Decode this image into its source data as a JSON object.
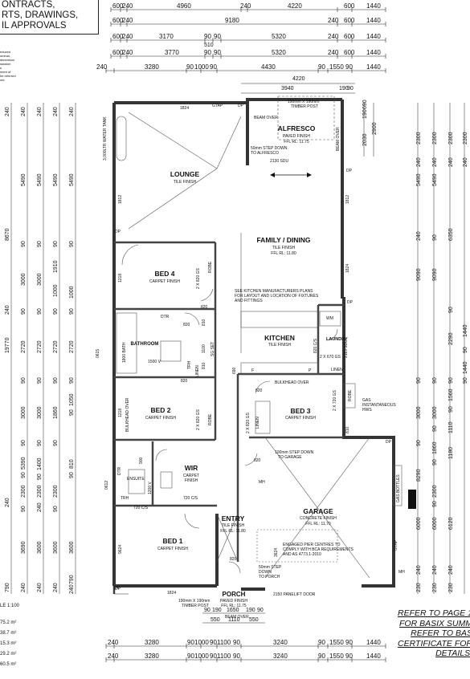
{
  "title_block": {
    "lines": [
      "ONTRACTS,",
      "RTS, DRAWINGS,",
      "IL APPROVALS"
    ],
    "side_note": [
      "educed",
      "ominal,",
      "dimension",
      "ssssion",
      "s",
      "ment of",
      "he referred",
      "ork."
    ]
  },
  "top_dims": {
    "row1": [
      "600",
      "240",
      "4960",
      "240",
      "4220",
      "600",
      "1440"
    ],
    "row2": [
      "600",
      "240",
      "9180",
      "240",
      "600",
      "1440"
    ],
    "row3": [
      "600",
      "240",
      "3170",
      "90",
      "90",
      "5320",
      "240",
      "600",
      "1440"
    ],
    "row3_extra": "510",
    "row4": [
      "600",
      "240",
      "3770",
      "90",
      "90",
      "5320",
      "240",
      "600",
      "1440"
    ],
    "row5": [
      "240",
      "3280",
      "90",
      "1000",
      "90",
      "4430",
      "90",
      "1550",
      "90",
      "1440"
    ],
    "alfresco": [
      "4220",
      "3940",
      "190",
      "90"
    ]
  },
  "left_dims": {
    "col1": [
      "240",
      "8670",
      "240",
      "19770",
      "240",
      "790"
    ],
    "col2": [
      "240",
      "5490",
      "90",
      "3000",
      "90",
      "2720",
      "90",
      "3000",
      "90",
      "5390",
      "90",
      "2300",
      "90",
      "3690",
      "240"
    ],
    "col3": [
      "240",
      "5490",
      "90",
      "3000",
      "90",
      "2720",
      "90",
      "3000",
      "90",
      "1400",
      "90",
      "2300",
      "240",
      "3600",
      "240"
    ],
    "col4": [
      "240",
      "5490",
      "90",
      "1910",
      "1000",
      "90",
      "2720",
      "90",
      "1860",
      "90",
      "2300",
      "90",
      "3600",
      "240"
    ],
    "col5": [
      "240",
      "5490",
      "90",
      "1000",
      "90",
      "2720",
      "90",
      "1050",
      "90",
      "810",
      "90",
      "3600",
      "790",
      "240"
    ]
  },
  "right_dims": {
    "col1": [
      "2300",
      "240",
      "5490",
      "240",
      "9090",
      "90",
      "3000",
      "90",
      "8290",
      "6000",
      "240",
      "230"
    ],
    "col2": [
      "2300",
      "240",
      "5490",
      "90",
      "9090",
      "90",
      "3000",
      "90",
      "1860",
      "90",
      "2300",
      "90",
      "6000",
      "240",
      "230"
    ],
    "col3": [
      "2300",
      "240",
      "6350",
      "90",
      "2290",
      "90",
      "1560",
      "90",
      "1110",
      "1180",
      "6120",
      "240",
      "230"
    ],
    "col4": [
      "2300",
      "240",
      "1440",
      "90",
      "1440",
      "90"
    ],
    "small": [
      "2030",
      "190",
      "690",
      "2900"
    ]
  },
  "bottom_dims": {
    "porch_a": [
      "90",
      "190",
      "1650",
      "190",
      "90"
    ],
    "porch_b": [
      "550",
      "1110",
      "550"
    ],
    "row1": [
      "240",
      "3280",
      "90",
      "1000",
      "90",
      "1100",
      "90",
      "3240",
      "90",
      "1550",
      "90",
      "1440"
    ],
    "row2": [
      "240",
      "3280",
      "90",
      "1000",
      "90",
      "1100",
      "90",
      "3240",
      "90",
      "1550",
      "90",
      "1440"
    ]
  },
  "rooms": {
    "lounge": {
      "name": "LOUNGE",
      "sub": "TILE FINISH"
    },
    "family": {
      "name": "FAMILY / DINING",
      "sub": "TILE FINISH",
      "sub2": "FFL RL: 11.80"
    },
    "alfresco": {
      "name": "ALFRESCO",
      "sub": "PAVED FINISH",
      "sub2": "FFL RL: 11.75"
    },
    "bed4": {
      "name": "BED 4",
      "sub": "CARPET FINISH"
    },
    "kitchen": {
      "name": "KITCHEN",
      "sub": "TILE FINISH"
    },
    "bathroom": {
      "name": "BATHROOM",
      "sub": "1500 V"
    },
    "laundry": {
      "name": "LAUNDRY"
    },
    "bed2": {
      "name": "BED 2",
      "sub": "CARPET FINISH"
    },
    "bed3": {
      "name": "BED 3",
      "sub": "CARPET FINISH"
    },
    "wir": {
      "name": "WIR",
      "sub": "CARPET",
      "sub2": "FINISH"
    },
    "ensuite": {
      "name": "ENSUITE"
    },
    "entry": {
      "name": "ENTRY",
      "sub": "TILE FINISH",
      "sub2": "FFL RL: 11.80"
    },
    "garage": {
      "name": "GARAGE",
      "sub": "CONCRETE FINISH",
      "sub2": "FFL RL: 11.70"
    },
    "bed1": {
      "name": "BED 1",
      "sub": "CARPET FINISH"
    },
    "porch": {
      "name": "PORCH",
      "sub": "PAVED FINISH",
      "sub2": "FFL RL: 11.75"
    }
  },
  "labels": {
    "gtap_top": "GTAP",
    "dp_top": "DP",
    "timber_post_top": "190mm X 190mm",
    "timber_post_top2": "TIMBER POST",
    "beam_over_top": "BEAM OVER",
    "beam_over_alf": "BEAM OVER",
    "step_alf": "50mm STEP DOWN",
    "step_alf2": "TO ALFRESCO",
    "sdu_top": "2130 SDU",
    "water_tank": "3,000LTR WATER TANK",
    "dim_1824_top": "1824",
    "dim_1812_l": "1812",
    "dim_1812_r": "1812",
    "dim_1824_r": "1824",
    "dp_right": "DP",
    "dp_left": "DP",
    "dp_lower_left": "DP",
    "dp_k": "DP",
    "dim_1218_a": "1218",
    "dim_1218_b": "1218",
    "ds_a": "2 X 820 GS",
    "robe_a": "ROBE",
    "d820_a": "820",
    "kitchen_note": [
      "SEE KITCHEN MANUFACTURERS PLANS",
      "FOR LAYOUT AND LOCATION OF FIXTURES",
      "AND FITTINGS"
    ],
    "dtr_a": "DTR",
    "d820_b": "820",
    "d810_a": "810",
    "d1100": "1100",
    "bath_1800": "1800 BATH",
    "trh_a": "TRH",
    "linen_a": "LINEN",
    "d810_b": "810",
    "sg_set": "SG SET",
    "wm": "WM",
    "d820_ls": "820 C/S",
    "d2x670": "2 X 670 GS",
    "sdu_2115": "2115 SDU",
    "linen_b": "LINEN",
    "bulkhead_a": "BULKHEAD OVER",
    "f_label": "F",
    "p_label": "P",
    "d690": "690",
    "d615": "0615",
    "d820_c": "820",
    "d820_d": "820",
    "gas_inst": [
      "GAS",
      "INSTANTANEOUS",
      "HWS"
    ],
    "robe_b": "ROBE",
    "ds_b": "2 X 720 GS",
    "ds_c": "2 X 820 GS",
    "robe_c": "ROBE",
    "bulkhead_b": "BULKHEAD OVER",
    "linen_c": "LINEN",
    "d1218_c": "1218",
    "d820_e": "820",
    "d810_c": "810",
    "step_garage": [
      "100mm STEP DOWN",
      "TO GARAGE"
    ],
    "d900": "900",
    "dtr_b": "DTR",
    "d1200": "1200 V",
    "trh_b": "TRH",
    "d720cs": "720 C/S",
    "d720cs_b": "720 C/S",
    "d0612": "0612",
    "mh_a": "MH",
    "gas_bottles": "GAS BOTTLES",
    "gtap_r": "GTAP",
    "dp_garage": "DP",
    "pier_note": [
      "ENGAGED PIER CENTRES TO",
      "COMPLY WITH BCA REQUIREMENTS",
      "AND AS 4773.1-2010"
    ],
    "step_porch": [
      "50mm STEP",
      "DOWN",
      "TO PORCH"
    ],
    "d820_f": "820",
    "d1624": "1624",
    "d1824_b": "1824",
    "dp_bottom": "DP",
    "panelift": "2150 PANELIFT DOOR",
    "timber_post_b": [
      "190mm X 190mm",
      "TIMBER POST"
    ],
    "beam_over_porch": "BEAM OVER",
    "mh_b": "MH",
    "d3624": "3624",
    "d9624": "9624"
  },
  "scale": "LE 1:100",
  "areas": [
    "75.2 m²",
    "38.7 m²",
    "15.3 m²",
    "29.2 m²",
    "60.5 m²"
  ],
  "basix": [
    "REFER TO PAGE 1",
    "FOR BASIX SUMM",
    "REFER TO  BAS",
    "CERTIFICATE FOR",
    "DETAILS."
  ]
}
